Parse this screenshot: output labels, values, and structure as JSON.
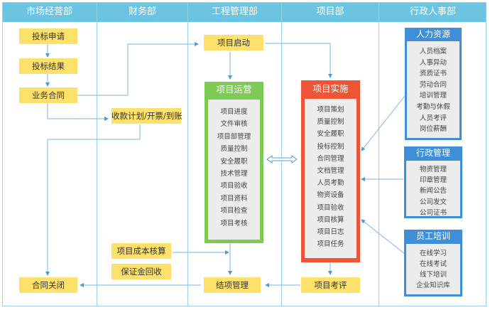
{
  "columns": [
    {
      "label": "市场经营部"
    },
    {
      "label": "财务部"
    },
    {
      "label": "工程管理部"
    },
    {
      "label": "项目部"
    },
    {
      "label": "行政人事部"
    }
  ],
  "market": {
    "bid_apply": "投标申请",
    "bid_result": "投标结果",
    "contract": "业务合同",
    "contract_close": "合同关闭"
  },
  "finance": {
    "collection_plan": "收款计划/开票/到账",
    "cost_accounting": "项目成本核算",
    "deposit_recovery": "保证金回收"
  },
  "engineering": {
    "project_start": "项目启动",
    "closing": "结项管理",
    "operation_panel": {
      "title": "项目运营",
      "color": "#7dcb54",
      "items": [
        "项目进度",
        "文件审核",
        "项目部管理",
        "质量控制",
        "安全履职",
        "技术管理",
        "项目验收",
        "项目资料",
        "项目检查",
        "项目考核"
      ]
    }
  },
  "project_dept": {
    "evaluation": "项目考评",
    "implementation_panel": {
      "title": "项目实施",
      "color": "#ec5536",
      "items": [
        "项目策划",
        "质量控制",
        "安全履职",
        "投标控制",
        "合同管理",
        "文档管理",
        "人员考勤",
        "物资设备",
        "项目验收",
        "项目核算",
        "项目日志",
        "项目任务"
      ]
    }
  },
  "admin": {
    "hr_panel": {
      "title": "人力资源",
      "color": "#3f8fd8",
      "items": [
        "人员档案",
        "人事异动",
        "资质证书",
        "劳动合同",
        "培训管理",
        "考勤与休假",
        "人员考评",
        "岗位薪酬"
      ]
    },
    "admin_panel": {
      "title": "行政管理",
      "color": "#3f8fd8",
      "items": [
        "物资管理",
        "印章管理",
        "新闻公告",
        "公司发文",
        "公司证书"
      ]
    },
    "training_panel": {
      "title": "员工培训",
      "color": "#3f8fd8",
      "items": [
        "在线学习",
        "在线考试",
        "线下培训",
        "企业知识库"
      ]
    }
  },
  "colors": {
    "header": "#6cc4e3",
    "line": "#9ccdea",
    "arrow": "#4a9ad8",
    "yellow_box": "#fde16a",
    "panel_body": "#ececec"
  }
}
